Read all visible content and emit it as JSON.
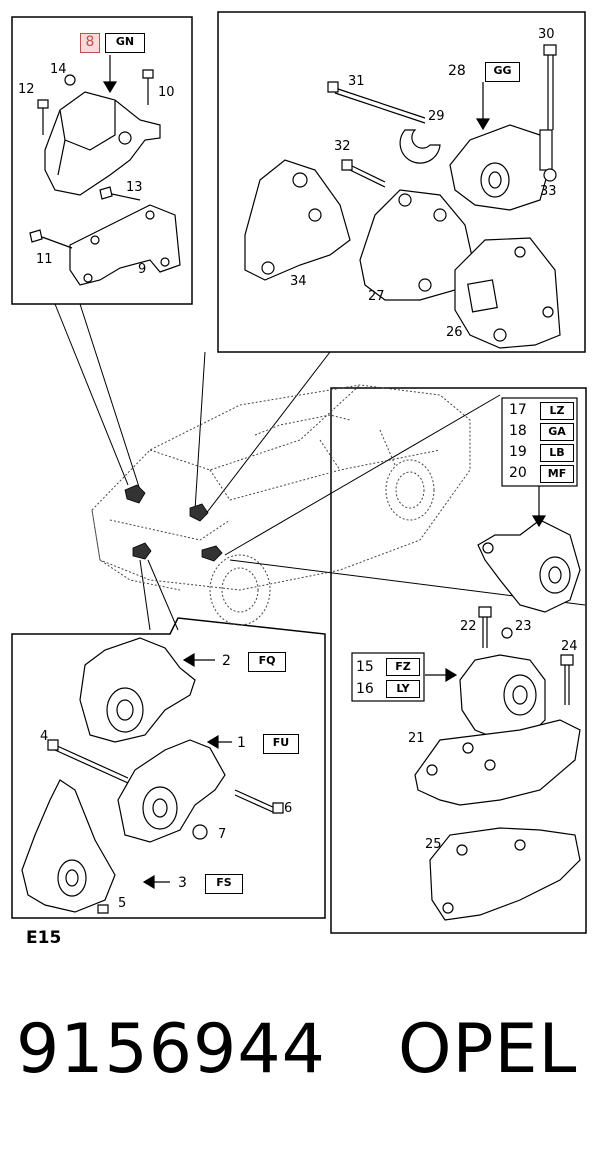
{
  "diagram": {
    "section_code": "E15",
    "part_number": "9156944",
    "brand": "OPEL",
    "callouts": {
      "c1": {
        "ref": "1",
        "code": "FU"
      },
      "c2": {
        "ref": "2",
        "code": "FQ"
      },
      "c3": {
        "ref": "3",
        "code": "FS"
      },
      "c8": {
        "ref": "8",
        "code": "GN"
      },
      "c15": {
        "ref": "15",
        "code": "FZ"
      },
      "c16": {
        "ref": "16",
        "code": "LY"
      },
      "c17": {
        "ref": "17",
        "code": "LZ"
      },
      "c18": {
        "ref": "18",
        "code": "GA"
      },
      "c19": {
        "ref": "19",
        "code": "LB"
      },
      "c20": {
        "ref": "20",
        "code": "MF"
      },
      "c28": {
        "ref": "28",
        "code": "GG"
      }
    },
    "numbers": {
      "n4": "4",
      "n5": "5",
      "n6": "6",
      "n7": "7",
      "n9": "9",
      "n10": "10",
      "n11": "11",
      "n12": "12",
      "n13": "13",
      "n14": "14",
      "n21": "21",
      "n22": "22",
      "n23": "23",
      "n24": "24",
      "n25": "25",
      "n26": "26",
      "n27": "27",
      "n29": "29",
      "n30": "30",
      "n31": "31",
      "n32": "32",
      "n33": "33",
      "n34": "34"
    }
  }
}
